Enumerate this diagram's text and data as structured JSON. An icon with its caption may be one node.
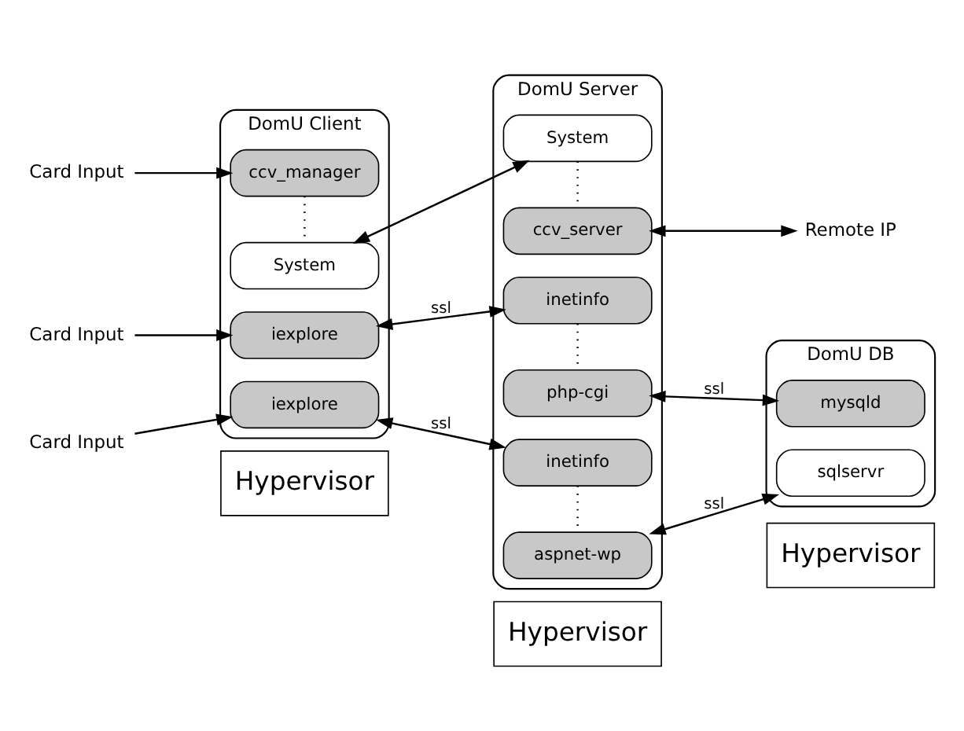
{
  "diagram": {
    "nodes": [
      {
        "text": [
          "DomU Client"
        ]
      },
      {
        "text": [
          "ccv_manager"
        ],
        "in": 0
      },
      {
        "text": [
          "System"
        ],
        "in": 0
      },
      {
        "text": [
          "iexplore"
        ],
        "in": 0
      },
      {
        "text": [
          "iexplore"
        ],
        "in": 0
      },
      {
        "text": [
          "DomU Server"
        ]
      },
      {
        "text": [
          "System"
        ],
        "in": 5
      },
      {
        "text": [
          "ccv_server"
        ],
        "in": 5
      },
      {
        "text": [
          "inetinfo"
        ],
        "in": 5
      },
      {
        "text": [
          "php-cgi"
        ],
        "in": 5
      },
      {
        "text": [
          "inetinfo"
        ],
        "in": 5
      },
      {
        "text": [
          "aspnet-wp"
        ],
        "in": 5
      },
      {
        "text": [
          "DomU DB"
        ]
      },
      {
        "text": [
          "mysqld"
        ],
        "in": 12
      },
      {
        "text": [
          "sqlservr"
        ],
        "in": 12
      },
      {
        "text": [
          "Card Input"
        ]
      },
      {
        "text": [
          "Card Input"
        ]
      },
      {
        "text": [
          "Card Input"
        ]
      },
      {
        "text": [
          "Remote IP"
        ]
      },
      {
        "text": [
          "Hypervisor"
        ]
      },
      {
        "text": [
          "Hypervisor"
        ]
      },
      {
        "text": [
          "Hypervisor"
        ]
      }
    ],
    "edges": [
      {
        "from": 15,
        "to": 1,
        "arrow": "to"
      },
      {
        "from": 1,
        "to": 2,
        "arrow": "none",
        "style": "dashed"
      },
      {
        "from": 16,
        "to": 3,
        "arrow": "to"
      },
      {
        "from": 17,
        "to": 4,
        "arrow": "to"
      },
      {
        "from": 2,
        "to": 6,
        "arrow": "both"
      },
      {
        "from": 6,
        "to": 7,
        "arrow": "none",
        "style": "dashed"
      },
      {
        "from": 7,
        "to": 18,
        "arrow": "both"
      },
      {
        "from": 3,
        "to": 8,
        "arrow": "both",
        "label": "ssl"
      },
      {
        "from": 8,
        "to": 9,
        "arrow": "none",
        "style": "dashed"
      },
      {
        "from": 9,
        "to": 13,
        "arrow": "both",
        "label": "ssl"
      },
      {
        "from": 4,
        "to": 10,
        "arrow": "both",
        "label": "ssl"
      },
      {
        "from": 10,
        "to": 11,
        "arrow": "none",
        "style": "dashed"
      },
      {
        "from": 11,
        "to": 14,
        "arrow": "both",
        "label": "ssl"
      }
    ]
  }
}
